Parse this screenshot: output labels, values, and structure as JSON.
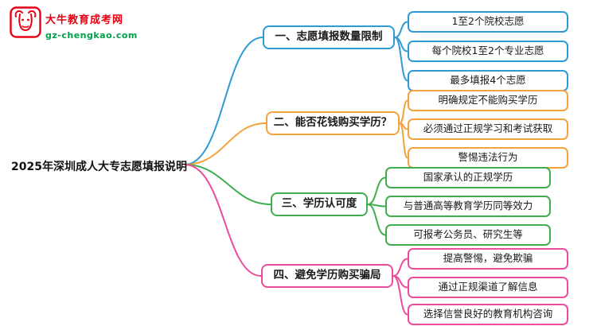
{
  "logo": {
    "site_name": "大牛教育成考网",
    "site_url": "gz-chengkao.com",
    "brand_color": "#e60012",
    "url_color": "#00a04a"
  },
  "root": {
    "label": "2025年深圳成人大专志愿填报说明"
  },
  "colors": {
    "branch1": "#2e9bd6",
    "branch2": "#f2a33c",
    "branch3": "#3fae4e",
    "branch4": "#ec4c9c"
  },
  "branches": [
    {
      "label": "一、志愿填报数量限制",
      "color": "#2e9bd6",
      "children": [
        "1至2个院校志愿",
        "每个院校1至2个专业志愿",
        "最多填报4个志愿"
      ]
    },
    {
      "label": "二、能否花钱购买学历？",
      "color": "#f2a33c",
      "children": [
        "明确规定不能购买学历",
        "必须通过正规学习和考试获取",
        "警惕违法行为"
      ]
    },
    {
      "label": "三、学历认可度",
      "color": "#3fae4e",
      "children": [
        "国家承认的正规学历",
        "与普通高等教育学历同等效力",
        "可报考公务员、研究生等"
      ]
    },
    {
      "label": "四、避免学历购买骗局",
      "color": "#ec4c9c",
      "children": [
        "提高警惕，避免欺骗",
        "通过正规渠道了解信息",
        "选择信誉良好的教育机构咨询"
      ]
    }
  ]
}
